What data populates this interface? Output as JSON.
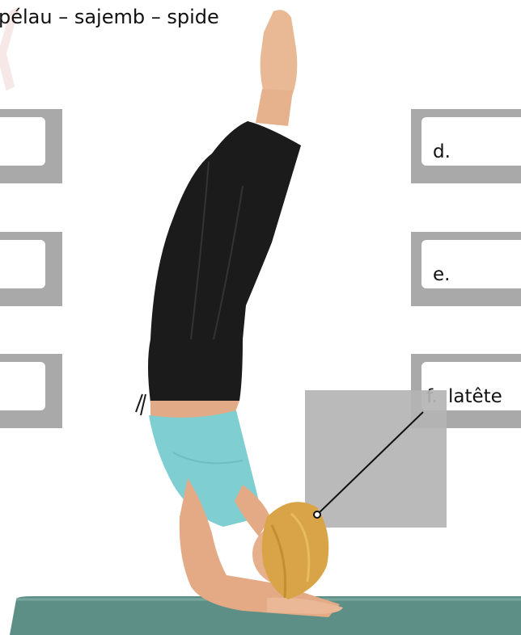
{
  "word_bank": "pélau – sajemb – spide",
  "labels": [
    {
      "letter": "d.",
      "answer": ""
    },
    {
      "letter": "e.",
      "answer": ""
    },
    {
      "letter": "f.",
      "answer": "latête"
    }
  ],
  "colors": {
    "box_gray": "#a9a9a9",
    "shade_gray": "#b4b4b4",
    "answer_blue": "#1d5fa6",
    "mat": "#5e8f86",
    "shirt": "#7fcfd2",
    "pants": "#1a1a1a",
    "hair": "#d9a447"
  }
}
